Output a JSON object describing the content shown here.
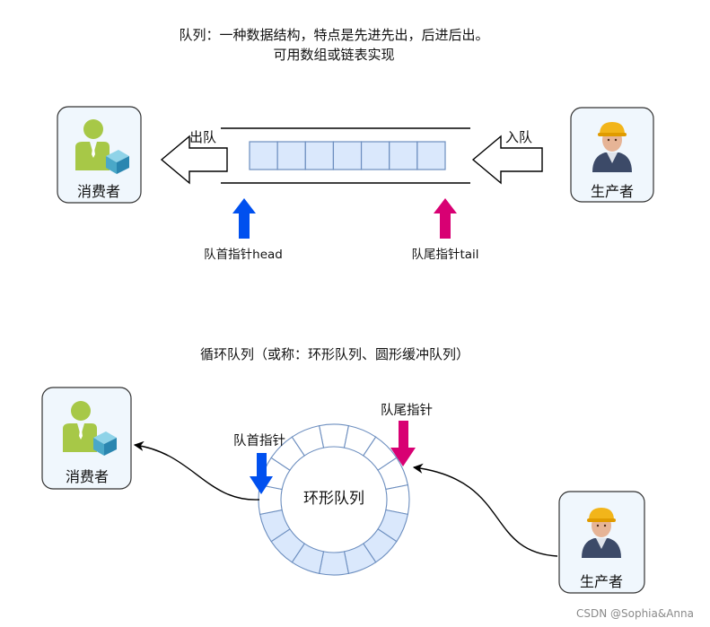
{
  "linear": {
    "title_line1": "队列：一种数据结构，特点是先进先出，后进后出。",
    "title_line2": "可用数组或链表实现",
    "consumer_label": "消费者",
    "producer_label": "生产者",
    "out_label": "出队",
    "in_label": "入队",
    "head_label": "队首指针head",
    "tail_label": "队尾指针tail",
    "cell_count": 7
  },
  "circular": {
    "title": "循环队列（或称：环形队列、圆形缓冲队列）",
    "ring_label": "环形队列",
    "head_label": "队首指针",
    "tail_label": "队尾指针",
    "consumer_label": "消费者",
    "producer_label": "生产者",
    "segment_count": 16
  },
  "colors": {
    "cell_fill": "#dae8fc",
    "cell_stroke": "#6c8ebf",
    "head_arrow": "#0050ef",
    "tail_arrow": "#d80073",
    "card_fill": "#f0f7fd",
    "card_stroke": "#333333"
  },
  "icons": {
    "consumer": "user-cube-icon",
    "producer": "worker-icon"
  },
  "watermark": "CSDN @Sophia&Anna"
}
